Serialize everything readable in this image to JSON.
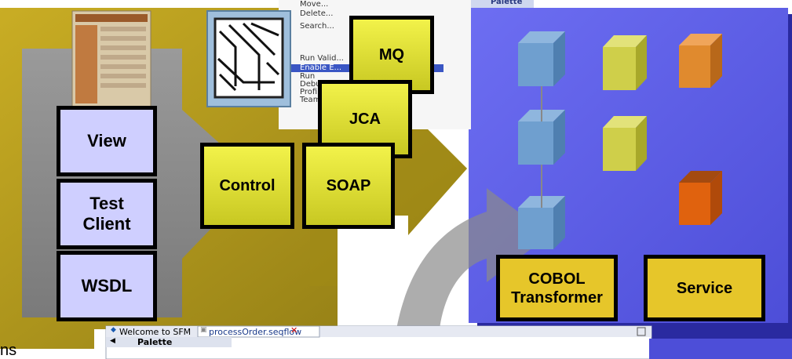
{
  "client_boxes": {
    "view": "View",
    "test_client": "Test\nClient",
    "wsdl": "WSDL"
  },
  "middle_boxes": {
    "control": "Control",
    "soap": "SOAP",
    "jca": "JCA",
    "mq": "MQ"
  },
  "backend_boxes": {
    "cobol": "COBOL\nTransformer",
    "service": "Service"
  },
  "context_menu": {
    "items": [
      "Move...",
      "Delete...",
      "Search...",
      "Run Valid...",
      "Enable E...",
      "Run",
      "Debug",
      "Profile",
      "Team"
    ]
  },
  "panel_title": "Palette",
  "editor": {
    "tabs": [
      {
        "label": "Welcome to SFM"
      },
      {
        "label": "processOrder.seqflow"
      }
    ],
    "palette_label": "Palette"
  },
  "left_fragment": "ns",
  "colors": {
    "gold_frame": "#b39a17",
    "blue_panel": "#6464ee",
    "cube_blue": "#6f9fcf",
    "cube_yellow": "#cfcf4a",
    "cube_orange": "#e08a2e",
    "cube_red": "#e0620e"
  }
}
